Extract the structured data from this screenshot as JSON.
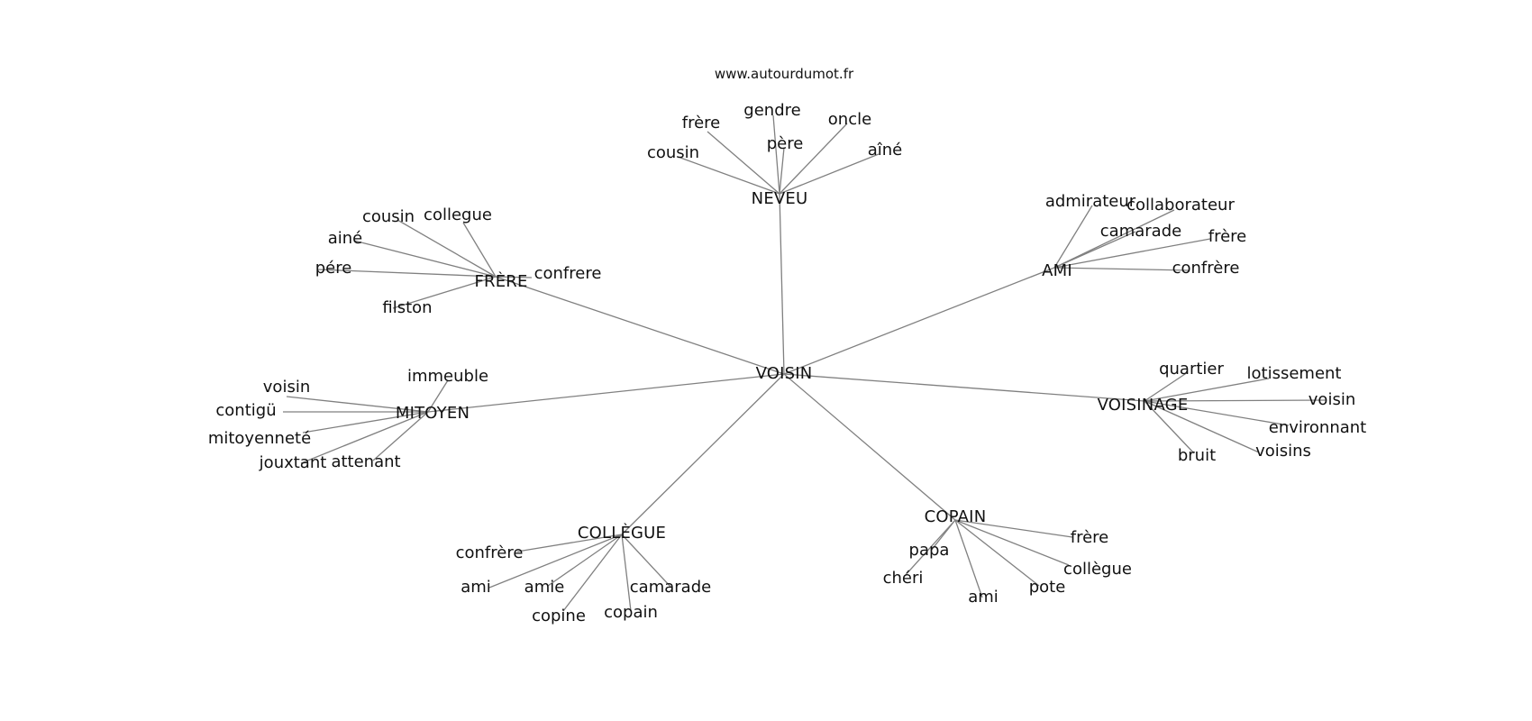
{
  "watermark": "www.autourdumot.fr",
  "center": "VOISIN",
  "hubs": [
    {
      "key": "neveu",
      "label": "NEVEU",
      "leaves": [
        "cousin",
        "frère",
        "gendre",
        "père",
        "oncle",
        "aîné"
      ]
    },
    {
      "key": "frere",
      "label": "FRÈRE",
      "leaves": [
        "cousin",
        "collegue",
        "ainé",
        "pére",
        "confrere",
        "filston"
      ]
    },
    {
      "key": "ami",
      "label": "AMI",
      "leaves": [
        "admirateur",
        "collaborateur",
        "camarade",
        "frère",
        "confrère"
      ]
    },
    {
      "key": "mitoyen",
      "label": "MITOYEN",
      "leaves": [
        "immeuble",
        "voisin",
        "contigü",
        "mitoyenneté",
        "jouxtant",
        "attenant"
      ]
    },
    {
      "key": "voisinage",
      "label": "VOISINAGE",
      "leaves": [
        "quartier",
        "lotissement",
        "voisin",
        "environnant",
        "voisins",
        "bruit"
      ]
    },
    {
      "key": "collegue",
      "label": "COLLÈGUE",
      "leaves": [
        "confrère",
        "ami",
        "amie",
        "copine",
        "copain",
        "camarade"
      ]
    },
    {
      "key": "copain",
      "label": "COPAIN",
      "leaves": [
        "frère",
        "papa",
        "chéri",
        "ami",
        "pote",
        "collègue"
      ]
    }
  ]
}
